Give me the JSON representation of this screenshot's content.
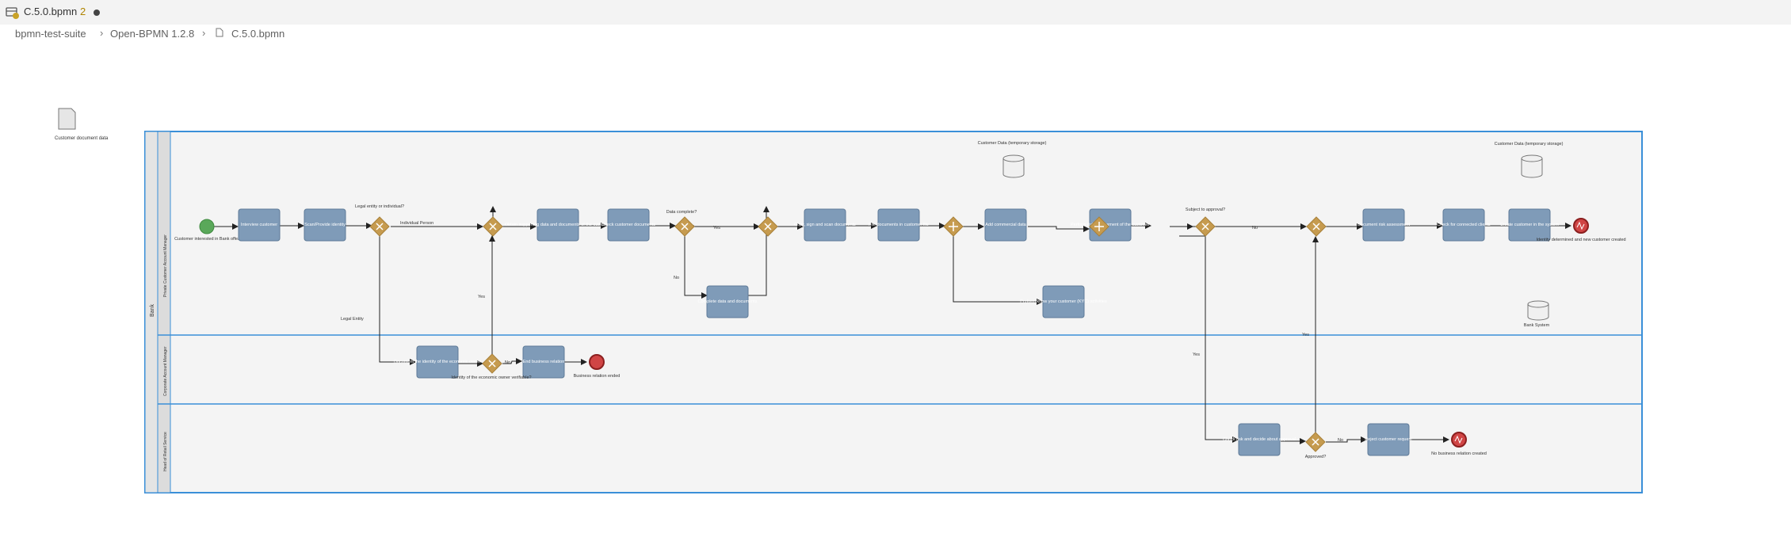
{
  "tab": {
    "title": "C.5.0.bpmn",
    "problem_count": "2",
    "icon": "bpmn-file-icon"
  },
  "breadcrumb": [
    "bpmn-test-suite",
    "Open-BPMN 1.2.8",
    "C.5.0.bpmn"
  ],
  "diagram": {
    "pool": "Bank",
    "lanes": [
      "Private Customer Account Manager",
      "Corporate Account Manager",
      "Head of Retail Service"
    ],
    "data_object": "Customer document data",
    "data_stores": [
      "Customer Data (temporary storage)",
      "Customer Data (temporary storage)",
      "Bank System"
    ],
    "start_event": "Customer interested in Bank offer",
    "tasks": {
      "interview": "Interview customer",
      "scan_id": "Scan/Provide identity",
      "obtain_docs": "Obtain supporting data and documents of the customer",
      "check_docs": "Check customer documents",
      "complete_docs": "Complete data and documents",
      "copy_sign": "Copy, sign and scan documents",
      "file_docs": "File documents in customer file",
      "add_data": "Add commercial data",
      "kyc": "Perform know your customer (KYC) activities",
      "risk": "Perform risk assessment of the customer",
      "doc_risk": "Document risk assessment",
      "connected": "Check for connected clients",
      "create": "Create customer in the system",
      "doc_owner": "Document the identity of the economic owner",
      "end_relation": "End business relation",
      "check_risk": "Check risk and decide about approval",
      "reject": "Reject customer request"
    },
    "gateways": {
      "legal": "Legal entity or individual?",
      "data_complete": "Data complete?",
      "subject": "Subject to approval?",
      "owner_identity": "Identity of the economic owner verifiable?",
      "approved": "Approved?"
    },
    "flows": {
      "individual": "Individual Person",
      "legal_entity": "Legal Entity",
      "yes": "Yes",
      "no": "No"
    },
    "end_events": {
      "created": "Identity determined and new customer created",
      "ended": "Business relation ended",
      "none": "No business relation created"
    }
  }
}
